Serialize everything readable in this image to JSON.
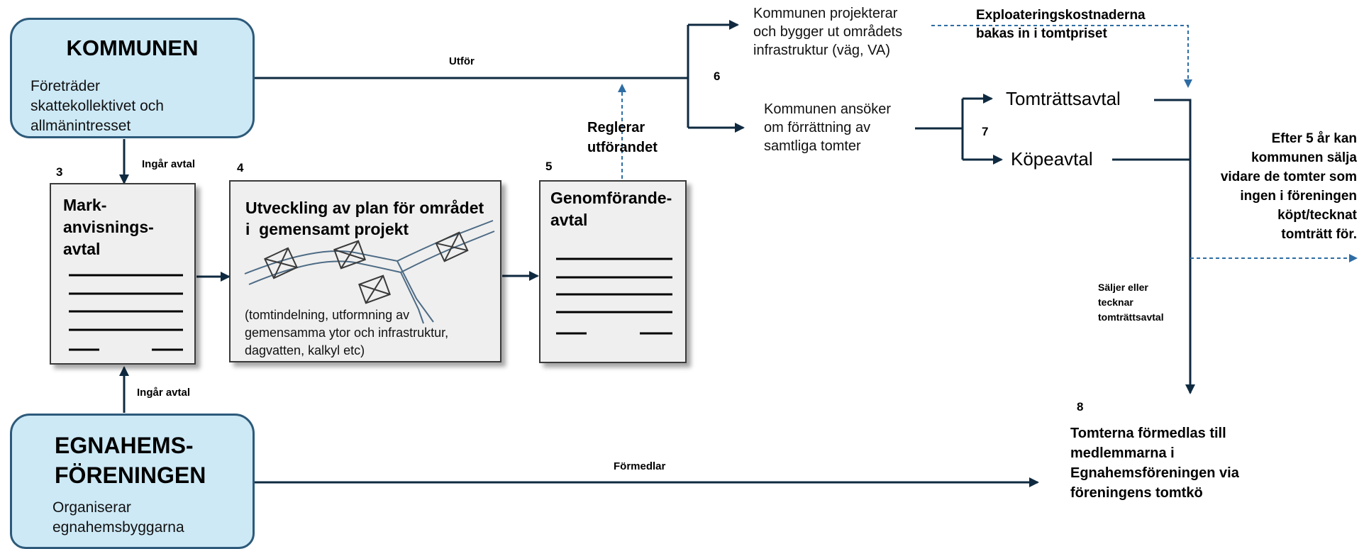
{
  "kommunen": {
    "title": "KOMMUNEN",
    "description": "Företräder skattekollektivet och allmänintresset"
  },
  "foreningen": {
    "title": "EGNAHEMS-FÖRENINGEN",
    "title_lines": [
      "EGNAHEMS-",
      "FÖRENINGEN"
    ],
    "description": "Organiserar egnahemsbyggarna"
  },
  "steps": {
    "step3": {
      "number": "3",
      "title_lines": [
        "Mark-",
        "anvisnings-",
        "avtal"
      ]
    },
    "step4": {
      "number": "4",
      "title_lines": [
        "Utveckling av plan för området",
        "i  gemensamt projekt"
      ],
      "caption": "(tomtindelning, utformning av gemensamma ytor och infrastruktur, dagvatten, kalkyl etc)"
    },
    "step5": {
      "number": "5",
      "title_lines": [
        "Genomförande-",
        "avtal"
      ]
    },
    "step6": {
      "number": "6"
    },
    "step7": {
      "number": "7"
    },
    "step8": {
      "number": "8"
    }
  },
  "labels": {
    "utfor": "Utför",
    "ingar_top": "Ingår avtal",
    "ingar_bottom": "Ingår avtal",
    "reglerar": [
      "Reglerar",
      "utförandet"
    ],
    "formedlar": "Förmedlar",
    "saljer": [
      "Säljer eller",
      "tecknar",
      "tomträttsavtal"
    ]
  },
  "nodes": {
    "projekterar": [
      "Kommunen projekterar",
      "och bygger ut områdets",
      "infrastruktur (väg, VA)"
    ],
    "ansoker": [
      "Kommunen ansöker",
      "om förrättning av",
      "samtliga tomter"
    ],
    "exploatering": [
      "Exploateringskostnaderna",
      "bakas in i tomtpriset"
    ],
    "tomtrattsavtal": "Tomträttsavtal",
    "kopeavtal": "Köpeavtal",
    "efter5": [
      "Efter 5 år kan",
      "kommunen sälja",
      "vidare de tomter som",
      "ingen i föreningen",
      "köpt/tecknat",
      "tomträtt för."
    ],
    "tomterna": [
      "Tomterna förmedlas till",
      "medlemmarna i",
      "Egnahemsföreningen via",
      "föreningens tomtkö"
    ]
  },
  "colors": {
    "line": "#0f2a40",
    "dashed": "#2e6da4",
    "entity_fill": "#cde9f6",
    "entity_border": "#2d5a7a",
    "doc_fill": "#efefef"
  }
}
